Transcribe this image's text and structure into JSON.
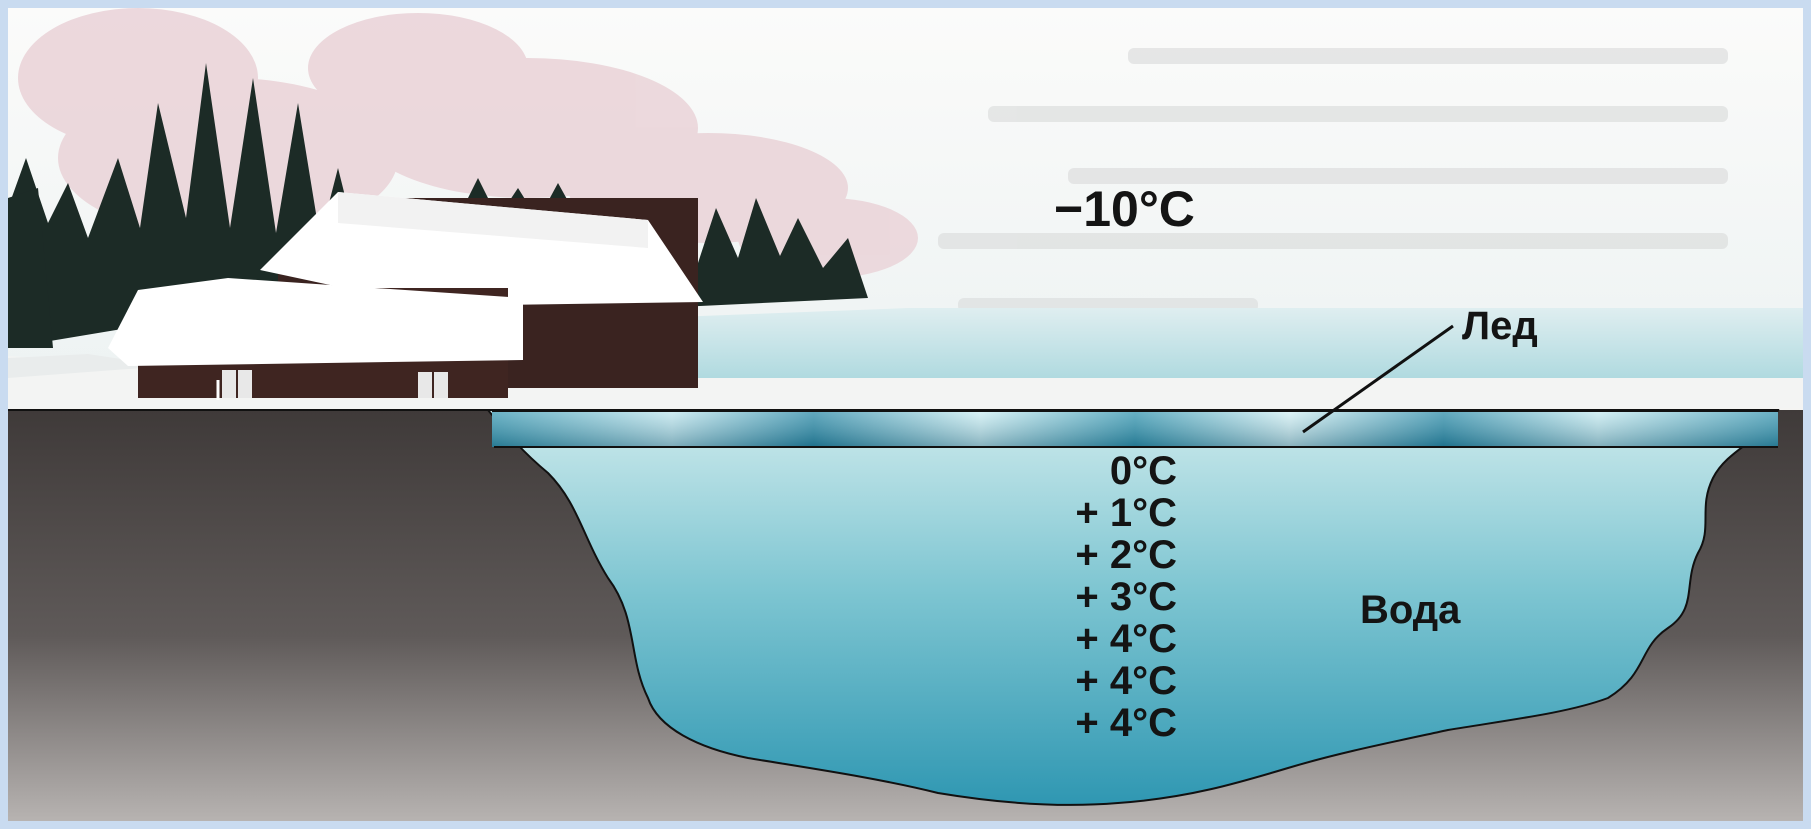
{
  "labels": {
    "air_temperature": "−10°C",
    "ice": "Лед",
    "water": "Вода"
  },
  "depth_temperatures": [
    "0°C",
    "+ 1°C",
    "+ 2°C",
    "+ 3°C",
    "+ 4°C",
    "+ 4°C",
    "+ 4°C"
  ],
  "colors": {
    "frame": "#c9dbf0",
    "sky": "#f4f4f2",
    "ground": "#5a5553",
    "water_top": "#bfe3e6",
    "water_bottom": "#3a9fb8",
    "ice": "#2f8faa",
    "trees": "#1c2b26",
    "house": "#3a2320",
    "snow": "#fbfbfb"
  }
}
